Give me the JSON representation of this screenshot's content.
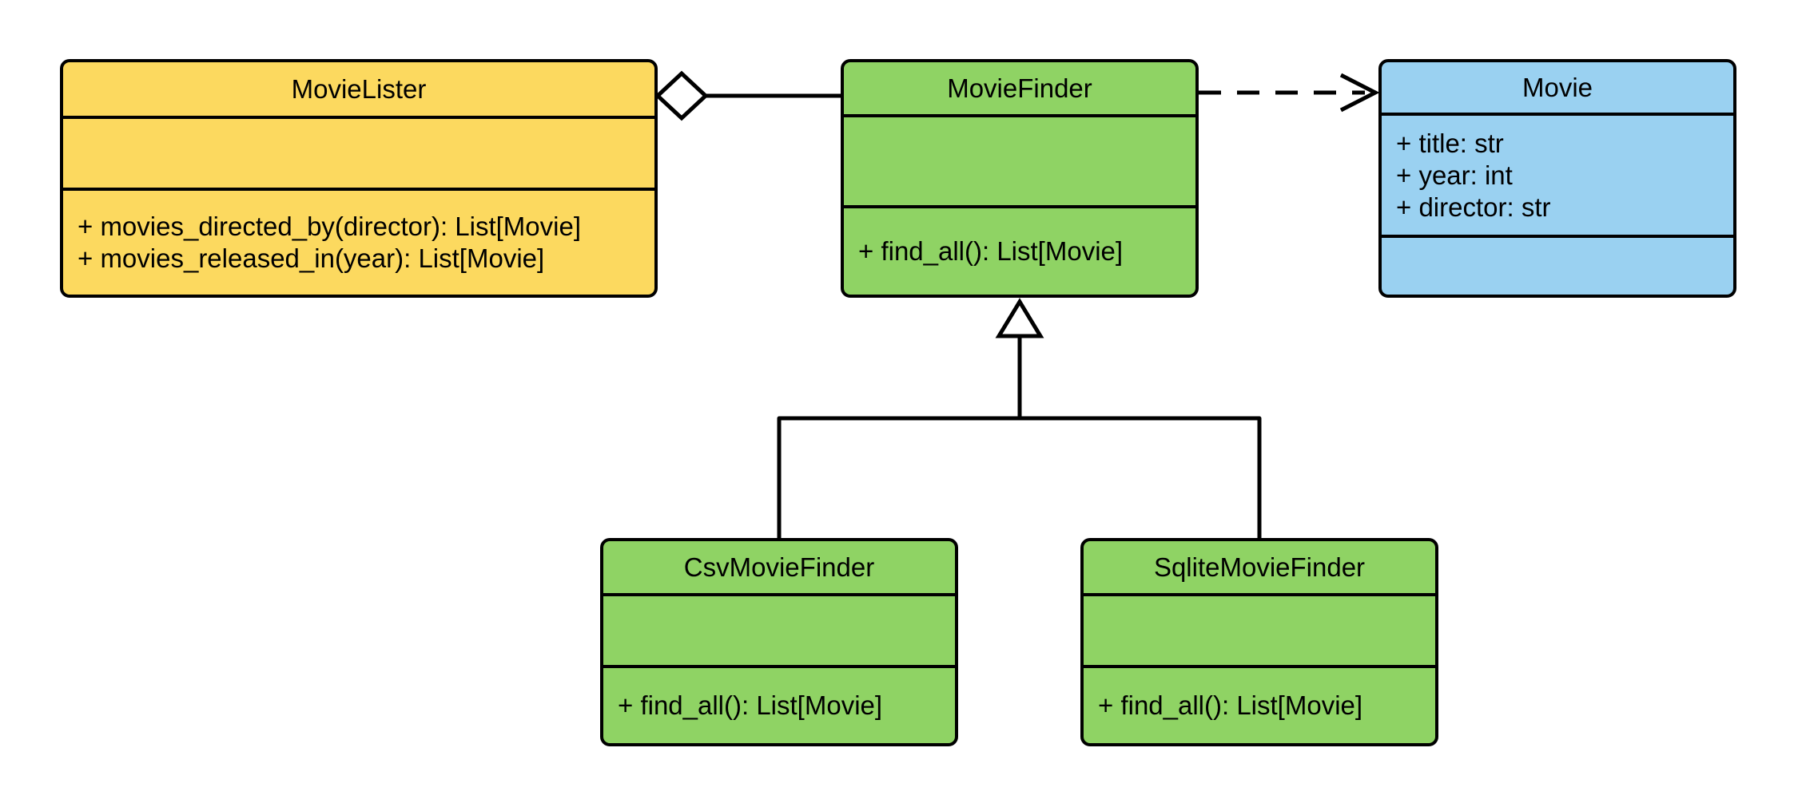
{
  "diagram": {
    "type": "uml-class-diagram",
    "background": "#ffffff",
    "stroke_color": "#000000",
    "classes": [
      {
        "name": "MovieLister",
        "fill": "#FCD95F",
        "attributes": [],
        "methods": [
          "+ movies_directed_by(director): List[Movie]",
          "+ movies_released_in(year): List[Movie]"
        ]
      },
      {
        "name": "MovieFinder",
        "fill": "#8FD364",
        "attributes": [],
        "methods": [
          "+ find_all(): List[Movie]"
        ]
      },
      {
        "name": "Movie",
        "fill": "#9AD1F1",
        "attributes": [
          "+ title: str",
          "+ year: int",
          "+ director: str"
        ],
        "methods": []
      },
      {
        "name": "CsvMovieFinder",
        "fill": "#8FD364",
        "attributes": [],
        "methods": [
          "+ find_all(): List[Movie]"
        ]
      },
      {
        "name": "SqliteMovieFinder",
        "fill": "#8FD364",
        "attributes": [],
        "methods": [
          "+ find_all(): List[Movie]"
        ]
      }
    ],
    "relationships": [
      {
        "type": "aggregation",
        "from": "MovieLister",
        "to": "MovieFinder",
        "marker": "hollow-diamond",
        "line": "solid"
      },
      {
        "type": "dependency",
        "from": "MovieFinder",
        "to": "Movie",
        "marker": "open-arrow",
        "line": "dashed"
      },
      {
        "type": "inheritance",
        "from": "CsvMovieFinder",
        "to": "MovieFinder",
        "marker": "hollow-triangle",
        "line": "solid"
      },
      {
        "type": "inheritance",
        "from": "SqliteMovieFinder",
        "to": "MovieFinder",
        "marker": "hollow-triangle",
        "line": "solid"
      }
    ]
  }
}
